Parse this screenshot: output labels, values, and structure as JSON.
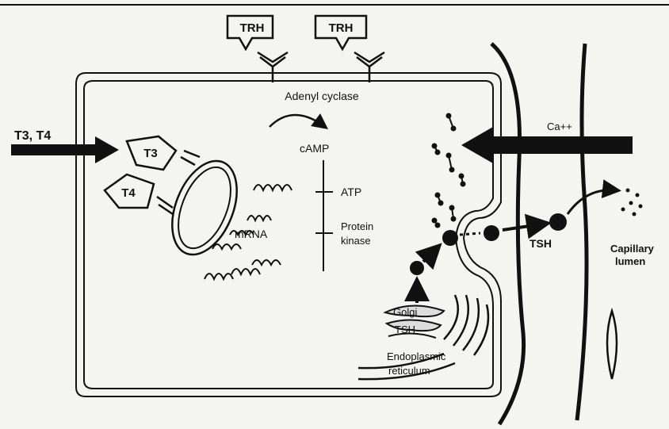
{
  "labels": {
    "trh_left": "TRH",
    "trh_right": "TRH",
    "adenyl_cyclase": "Adenyl cyclase",
    "t3_t4": "T3, T4",
    "t3_box": "T3",
    "t4_box": "T4",
    "camp": "cAMP",
    "atp": "ATP",
    "protein_kinase_1": "Protein",
    "protein_kinase_2": "kinase",
    "mrna": "mRNA",
    "calcium": "Ca++",
    "tsh": "TSH",
    "capillary_1": "Capillary",
    "capillary_2": "lumen",
    "golgi": "Golgi",
    "golgi_tsh": "TSH",
    "er_1": "Endoplasmic",
    "er_2": "reticulum"
  },
  "colors": {
    "ink": "#111111",
    "paper": "#f4f4f1"
  }
}
